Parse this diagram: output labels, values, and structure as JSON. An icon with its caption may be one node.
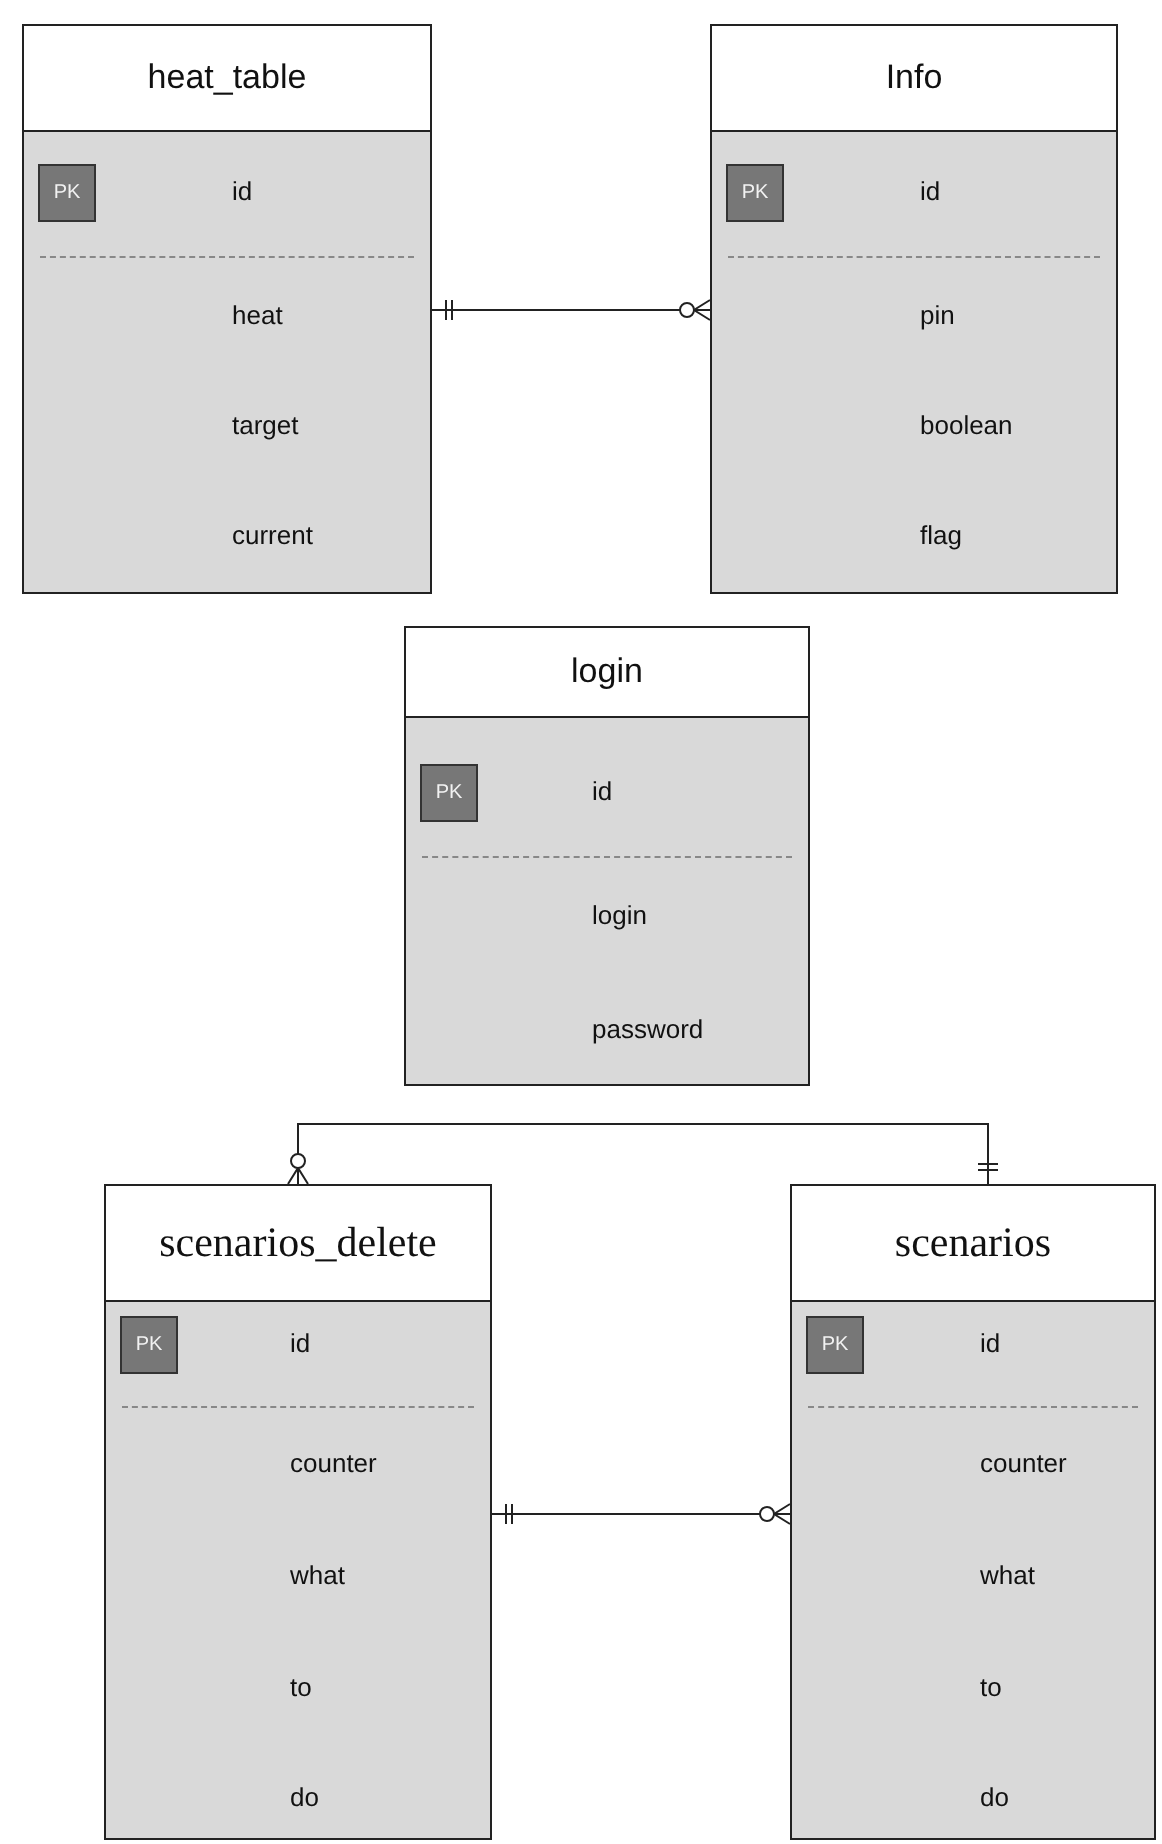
{
  "diagram": {
    "nodes": [
      {
        "text": [
          "heat_table",
          "id",
          "heat",
          "target",
          "current"
        ]
      },
      {
        "text": [
          "PK"
        ],
        "in": 0
      },
      {
        "text": [
          "Info",
          "id",
          "pin",
          "boolean",
          "flag"
        ]
      },
      {
        "text": [
          "PK"
        ],
        "in": 2
      },
      {
        "text": [
          "login",
          "id",
          "login",
          "password"
        ]
      },
      {
        "text": [
          "PK"
        ],
        "in": 4
      },
      {
        "text": [
          "scenarios_delete",
          "id",
          "counter",
          "what",
          "to",
          "do"
        ]
      },
      {
        "text": [
          "PK"
        ],
        "in": 6
      },
      {
        "text": [
          "scenarios",
          "id",
          "counter",
          "what",
          "to",
          "do"
        ]
      },
      {
        "text": [
          "PK"
        ],
        "in": 8
      }
    ],
    "edges": [
      {
        "from": 0,
        "to": 2,
        "arrow": "other"
      },
      {
        "from": 8,
        "to": 6,
        "arrow": "other"
      },
      {
        "from": 6,
        "to": 8,
        "arrow": "other"
      }
    ]
  }
}
